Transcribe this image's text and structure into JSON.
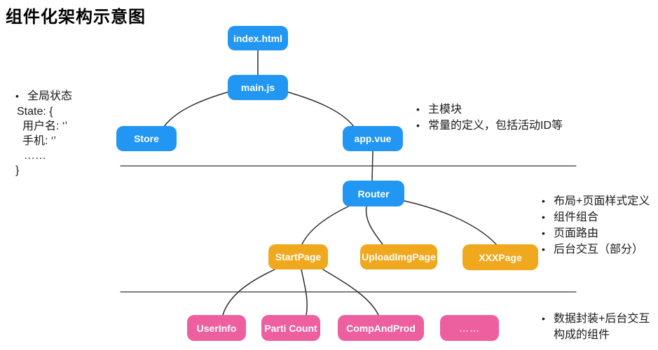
{
  "title": "组件化架构示意图",
  "ui": {
    "bullet": "•"
  },
  "colors": {
    "node_blue": "#2196F3",
    "node_orange": "#F0A81E",
    "node_pink": "#EE5F9F",
    "edge": "#2d2d2d",
    "background": "#ffffff"
  },
  "nodes": {
    "index_html": "index.html",
    "main_js": "main.js",
    "store": "Store",
    "app_vue": "app.vue",
    "router": "Router",
    "start_page": "StartPage",
    "upload_img_page": "UploadImgPage",
    "xxx_page": "XXXPage",
    "user_info": "UserInfo",
    "parti_count": "Parti Count",
    "comp_and_prod": "CompAndProd",
    "more": "……"
  },
  "notes": {
    "global_state": {
      "bullet_item": "全局状态",
      "code_lines": [
        "State: {",
        "用户名: ‘’",
        "手机: ‘’",
        "……",
        "}"
      ]
    },
    "app_vue_notes": {
      "items": [
        "主模块",
        "常量的定义，包括活动ID等"
      ]
    },
    "router_notes": {
      "items": [
        "布局+页面样式定义",
        "组件组合",
        "页面路由",
        "后台交互（部分）"
      ]
    },
    "component_notes": {
      "first_line": "数据封装+后台交互",
      "second_line": "构成的组件"
    }
  }
}
